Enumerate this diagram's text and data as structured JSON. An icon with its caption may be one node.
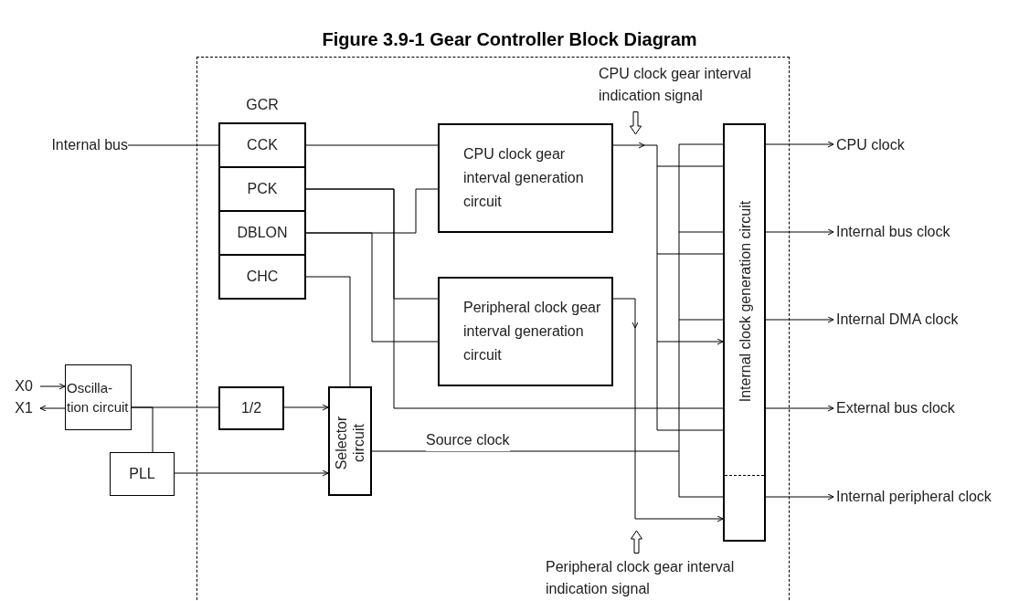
{
  "diagram": {
    "title": "Figure 3.9-1  Gear Controller Block Diagram",
    "nodes": [
      {
        "text": [
          "Internal bus"
        ]
      },
      {
        "text": [
          "GCR"
        ]
      },
      {
        "text": [
          "CCK"
        ],
        "in": 1
      },
      {
        "text": [
          "PCK"
        ],
        "in": 1
      },
      {
        "text": [
          "DBLON"
        ],
        "in": 1
      },
      {
        "text": [
          "CHC"
        ],
        "in": 1
      },
      {
        "text": [
          "CPU clock gear interval generation circuit"
        ]
      },
      {
        "text": [
          "Peripheral clock gear interval generation circuit"
        ]
      },
      {
        "text": [
          "Internal clock generation circuit"
        ]
      },
      {
        "text": [
          "CPU clock"
        ]
      },
      {
        "text": [
          "Internal bus clock"
        ]
      },
      {
        "text": [
          "Internal DMA clock"
        ]
      },
      {
        "text": [
          "External bus clock"
        ]
      },
      {
        "text": [
          "Internal peripheral clock"
        ]
      },
      {
        "text": [
          "X0"
        ]
      },
      {
        "text": [
          "X1"
        ]
      },
      {
        "text": [
          "Oscilla-tion circuit"
        ]
      },
      {
        "text": [
          "1/2"
        ]
      },
      {
        "text": [
          "PLL"
        ]
      },
      {
        "text": [
          "Selector circuit"
        ]
      }
    ],
    "edges": [
      {
        "from": 0,
        "to": 2,
        "arrow": "none"
      },
      {
        "from": 2,
        "to": 6,
        "arrow": "none"
      },
      {
        "from": 3,
        "to": 7,
        "arrow": "none"
      },
      {
        "from": 3,
        "to": 8,
        "arrow": "none"
      },
      {
        "from": 4,
        "to": 6,
        "arrow": "none"
      },
      {
        "from": 4,
        "to": 7,
        "arrow": "none"
      },
      {
        "from": 5,
        "to": 19,
        "arrow": "none"
      },
      {
        "from": 14,
        "to": 16,
        "arrow": "to"
      },
      {
        "from": 16,
        "to": 15,
        "arrow": "to"
      },
      {
        "from": 16,
        "to": 17,
        "arrow": "none"
      },
      {
        "from": 16,
        "to": 18,
        "arrow": "none"
      },
      {
        "from": 17,
        "to": 19,
        "arrow": "to"
      },
      {
        "from": 18,
        "to": 19,
        "arrow": "to"
      },
      {
        "from": 19,
        "to": 8,
        "arrow": "none",
        "label": "Source clock"
      },
      {
        "from": 6,
        "to": 8,
        "arrow": "to"
      },
      {
        "from": 7,
        "to": 8,
        "arrow": "to"
      },
      {
        "from": 8,
        "to": 9,
        "arrow": "to"
      },
      {
        "from": 8,
        "to": 10,
        "arrow": "to"
      },
      {
        "from": 8,
        "to": 11,
        "arrow": "to"
      },
      {
        "from": 8,
        "to": 12,
        "arrow": "to"
      },
      {
        "from": 8,
        "to": 13,
        "arrow": "to"
      }
    ],
    "labels": [
      "CPU clock gear interval indication signal",
      "Peripheral clock gear interval indication signal"
    ]
  }
}
